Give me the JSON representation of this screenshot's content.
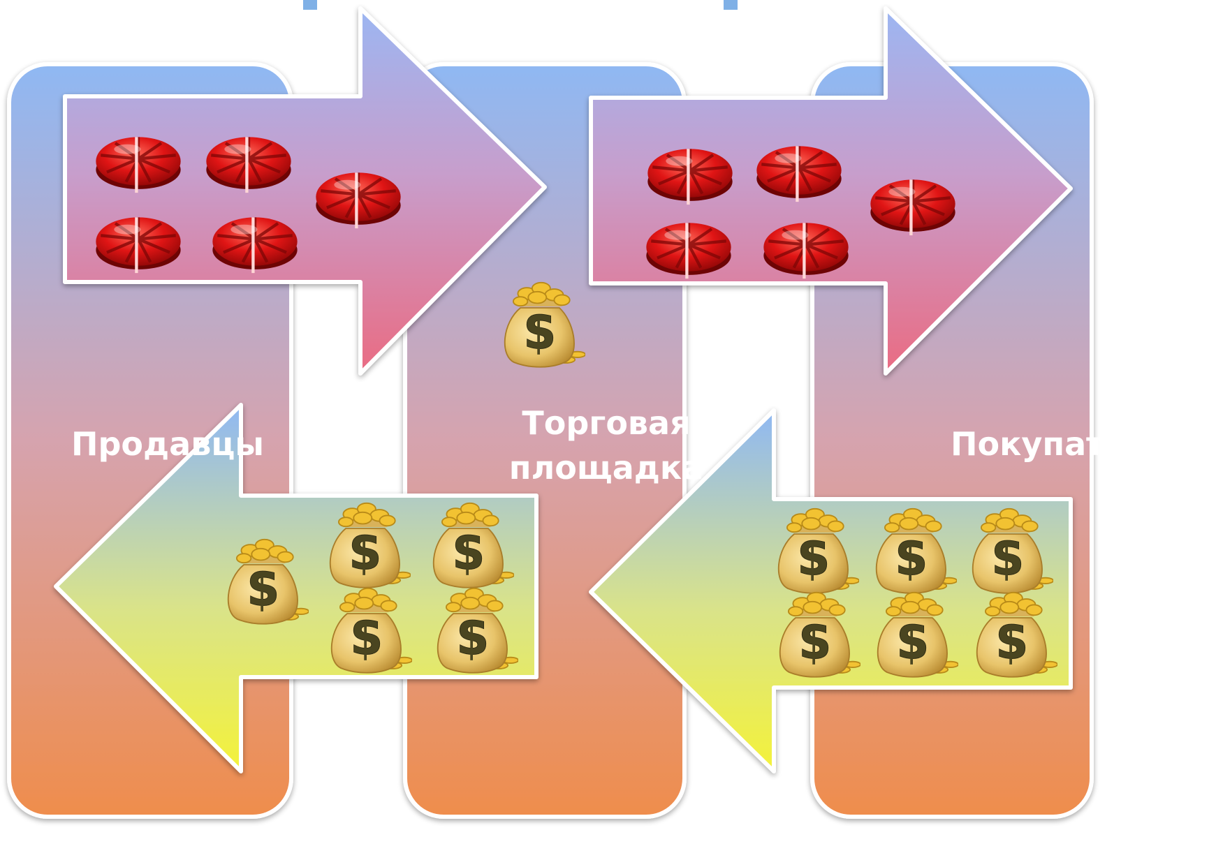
{
  "panels": [
    {
      "id": "sellers",
      "label_lines": [
        "Продавцы"
      ]
    },
    {
      "id": "marketplace",
      "label_lines": [
        "Торговая",
        "площадка"
      ]
    },
    {
      "id": "buyers",
      "label_lines": [
        "Покупатели"
      ]
    }
  ],
  "flows": [
    {
      "id": "goods-sellers-to-marketplace",
      "direction": "right",
      "item": "candy",
      "count": 5
    },
    {
      "id": "goods-marketplace-to-buyers",
      "direction": "right",
      "item": "candy",
      "count": 5
    },
    {
      "id": "money-marketplace-to-sellers",
      "direction": "left",
      "item": "money-bag",
      "count": 5
    },
    {
      "id": "money-buyers-to-marketplace",
      "direction": "left",
      "item": "money-bag",
      "count": 6
    }
  ],
  "marketplace_item": "money-bag",
  "colors": {
    "panel_top": "#8fb8f3",
    "panel_bottom": "#ef8d4c",
    "goods_arrow_top": "#9cb6f2",
    "goods_arrow_bottom": "#ea6b82",
    "money_arrow_top": "#8fb8f3",
    "money_arrow_bottom": "#f4f23a",
    "candy_red": "#e01515",
    "bag_gold": "#e8c46a",
    "coin": "#f2c232",
    "dollar": "#4a4520"
  }
}
